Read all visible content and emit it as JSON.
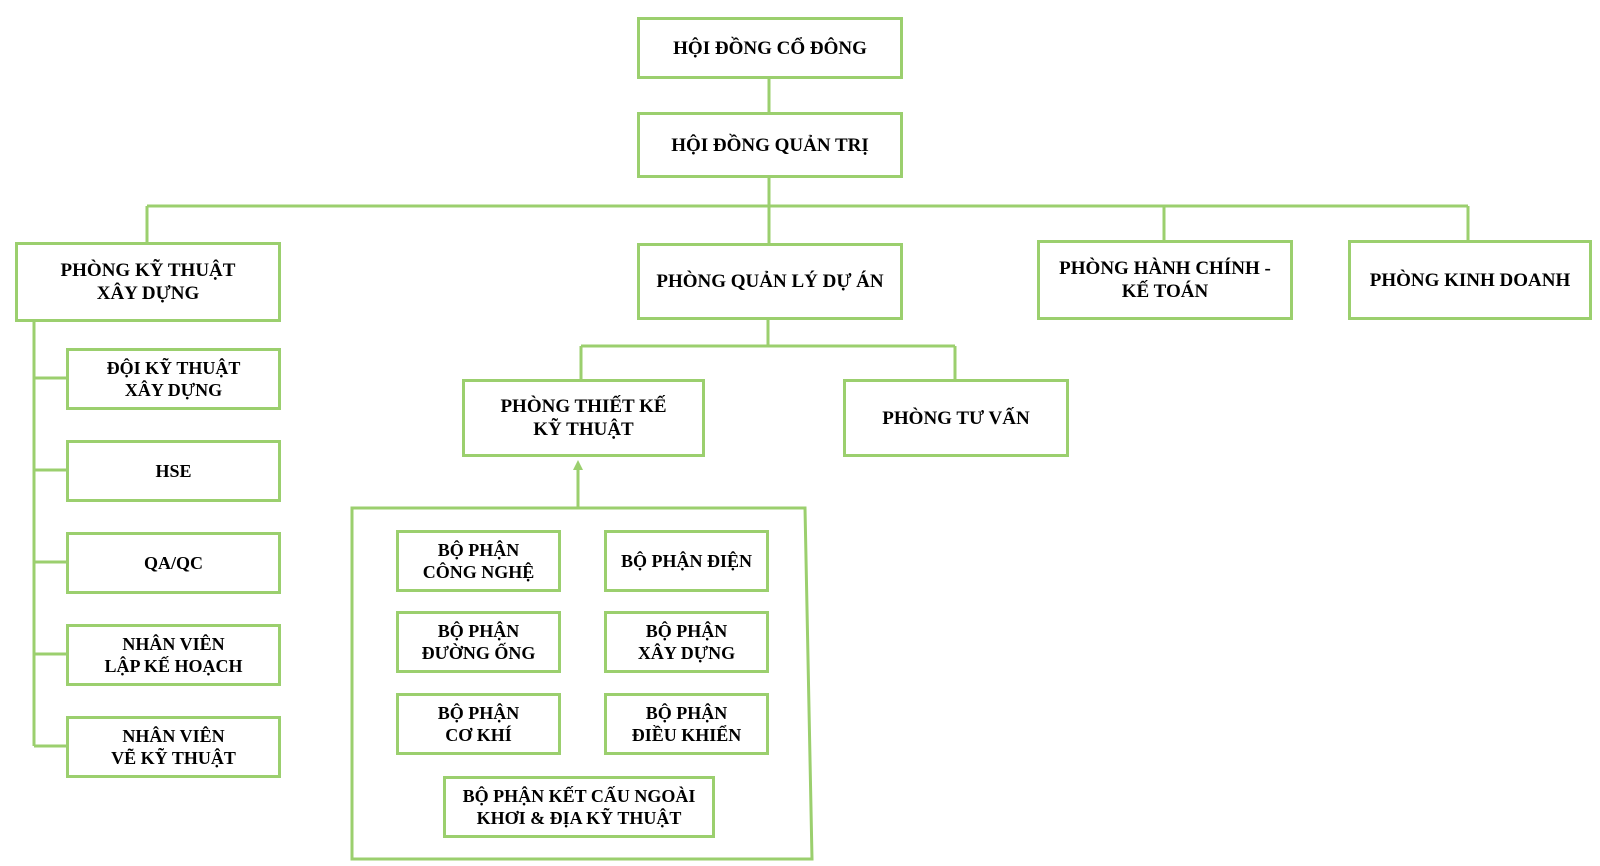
{
  "org_chart": {
    "shareholders": [
      "HỘI ĐỒNG CỔ ĐÔNG"
    ],
    "board": [
      "HỘI ĐỒNG QUẢN TRỊ"
    ],
    "dept_construction_tech": [
      "PHÒNG KỸ THUẬT",
      "XÂY DỰNG"
    ],
    "dept_project_management": [
      "PHÒNG QUẢN LÝ DỰ ÁN"
    ],
    "dept_admin_accounting": [
      "PHÒNG HÀNH CHÍNH -",
      "KẾ TOÁN"
    ],
    "dept_business": [
      "PHÒNG KINH DOANH"
    ],
    "construction_units": {
      "construction_team": [
        "ĐỘI KỸ THUẬT",
        "XÂY DỰNG"
      ],
      "hse": [
        "HSE"
      ],
      "qa_qc": [
        "QA/QC"
      ],
      "planning_staff": [
        "NHÂN VIÊN",
        "LẬP KẾ HOẠCH"
      ],
      "drafting_staff": [
        "NHÂN VIÊN",
        "VẼ KỸ THUẬT"
      ]
    },
    "dept_engineering_design": [
      "PHÒNG THIẾT KẾ",
      "KỸ THUẬT"
    ],
    "dept_consulting": [
      "PHÒNG TƯ VẤN"
    ],
    "design_divisions": {
      "technology": [
        "BỘ PHẬN",
        "CÔNG NGHỆ"
      ],
      "electrical": [
        "BỘ PHẬN ĐIỆN"
      ],
      "piping": [
        "BỘ PHẬN",
        "ĐƯỜNG ỐNG"
      ],
      "civil": [
        "BỘ PHẬN",
        "XÂY DỰNG"
      ],
      "mechanical": [
        "BỘ PHẬN",
        "CƠ KHÍ"
      ],
      "control": [
        "BỘ PHẬN",
        "ĐIỀU KHIỂN"
      ],
      "offshore_geotech": [
        "BỘ PHẬN KẾT CẤU NGOÀI",
        "KHƠI & ĐỊA KỸ THUẬT"
      ]
    }
  },
  "colors": {
    "border": "#9bcf6e",
    "text": "#000000",
    "background": "#ffffff"
  }
}
